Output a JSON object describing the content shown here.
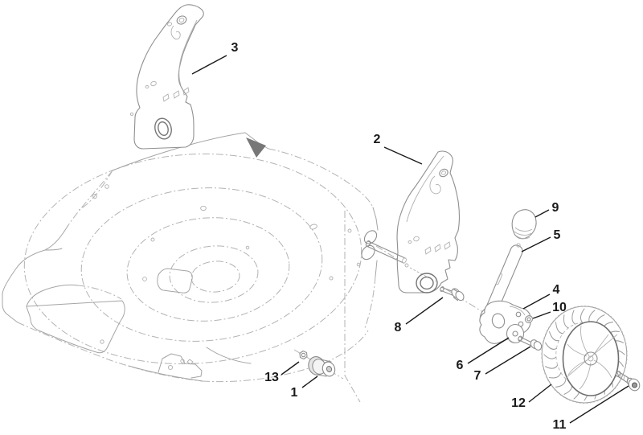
{
  "diagram": {
    "background_color": "#ffffff",
    "drawing_line_color": "#9a9a9a",
    "callout_color": "#1a1a1a",
    "callouts": [
      "1",
      "2",
      "3",
      "4",
      "5",
      "6",
      "7",
      "8",
      "9",
      "10",
      "11",
      "12",
      "13"
    ]
  }
}
